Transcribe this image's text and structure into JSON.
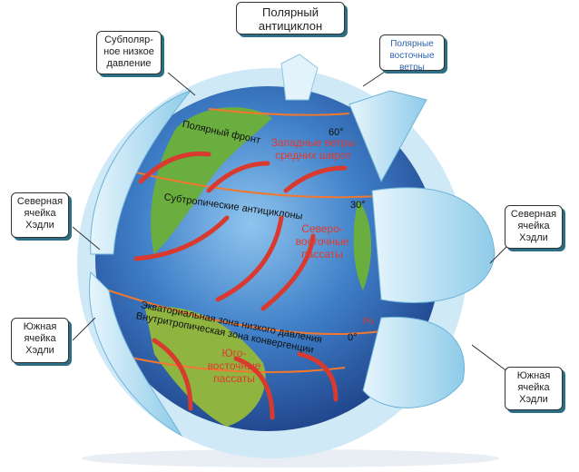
{
  "callouts": {
    "polar_anticyclone": "Полярный антициклон",
    "subpolar_low": "Субполяр-ное низкое давление",
    "polar_easterlies": "Полярные восточные ветры",
    "north_hadley_left": "Северная ячейка Хэдли",
    "north_hadley_right": "Северная ячейка Хэдли",
    "south_hadley_left": "Южная ячейка Хэдли",
    "south_hadley_right": "Южная ячейка Хэдли"
  },
  "globe_labels": {
    "polar_front": "Полярный фронт",
    "westerlies": "Западные ветры средних широт",
    "lat_60": "60°",
    "lat_30": "30°",
    "lat_0": "0°",
    "subtropical_highs": "Субтропические антициклоны",
    "ne_trades": "Северо-восточные пассаты",
    "equatorial_low": "Экваториальная зона низкого давления",
    "itcz": "Внутритропическая зона конвергенции",
    "se_trades": "Юго-восточные пассаты",
    "partial_hidden": "Ро"
  },
  "colors": {
    "ocean": "#2d64b0",
    "land": "#5aa83c",
    "arrow": "#d83a2f",
    "latline": "#f07830",
    "cell": "#bfe3f5"
  }
}
